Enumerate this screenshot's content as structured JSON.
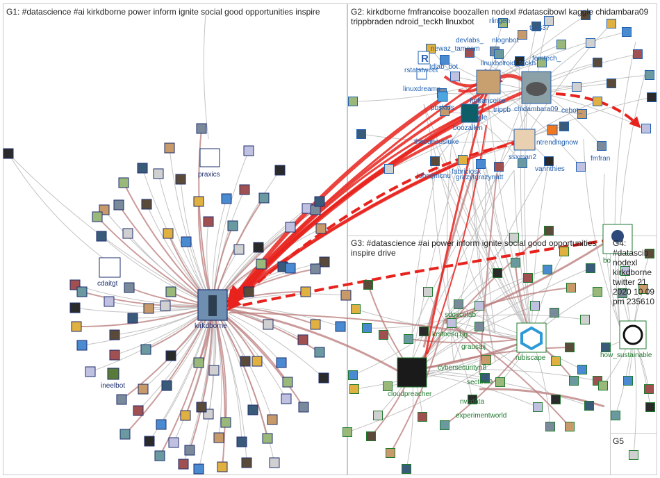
{
  "groups": [
    {
      "id": "G1",
      "title": "G1: #datascience #ai kirkdborne power inform ignite social good opportunities inspire"
    },
    {
      "id": "G2",
      "title": "G2: kirkdborne fmfrancoise boozallen nodexl #datascibowl kaggle chidambara09 trippbraden ndroid_teckh llnuxbot"
    },
    {
      "id": "G3",
      "title": "G3: #datascience #ai power inform ignite social good opportunities inspire drive"
    },
    {
      "id": "G4",
      "title": "G4: #datascib nodexl kirkdborne twitter 21 2020 10 09 pm 235610"
    },
    {
      "id": "G5",
      "title": "G5"
    }
  ],
  "labels": {
    "praxics": "praxics",
    "cdaitgt": "cdaitgt",
    "kirkdborne": "kirkdborne",
    "ineelbot": "ineelbot",
    "rlinger": "rlingen",
    "newaz_tameem": "newaz_tameem",
    "devlabs": "devlabs_",
    "nlognbot": "nlognbot",
    "titas37": "titas37",
    "rstatstweet": "rstatstweet",
    "tdlab_bot": "tdlab_bot",
    "llnuxbot": "llnuxbot",
    "ndroid_teckh": "roid_teckh",
    "femtech": "femtech_",
    "linuxdreams": "linuxdreams",
    "fmfrancoise": "fmfrancoise",
    "pbskids": "pbskids",
    "kaggle": "gle",
    "trippb": "trippb",
    "chidambara09": "chidambara09",
    "cebot": "cebot_",
    "boozallen": "boozallen",
    "thecuriousluke": "thecuriousluke",
    "trendingnow": "ntrendingnow",
    "ssxman2": "ssxman2",
    "fmfran": "fmfran",
    "johngmcn": "johngmcnu",
    "fabriciosx": "fabriciosx",
    "vannthies": "vannthies",
    "grazyt": "grazytgrazynatt",
    "sdgscolab": "sdgscolab",
    "krstoesq": "krstoesq1jg",
    "grausai": "grausaij",
    "rubiscape": "rubiscape",
    "cybersecurityn8": "cybersecurityn8",
    "sectest9": "sectest9",
    "cloudpreacher": "cloudpreacher",
    "nvsdata": "nvsdata",
    "experimentworld": "experimentworld",
    "how_sustainable": "how_sustainable",
    "bo": "bo"
  },
  "colors": {
    "edge_gray": "#b9b9b9",
    "edge_red": "#e8231d",
    "edge_brown": "#b97a7a",
    "panel_border": "#c8c8c8",
    "label_blue": "#1f5fb0",
    "label_green": "#1e7a2e"
  }
}
